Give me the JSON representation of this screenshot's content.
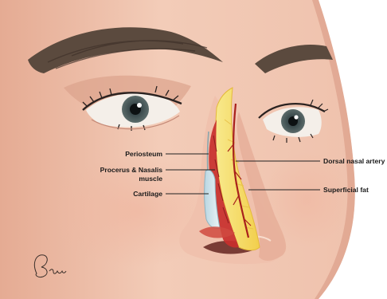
{
  "labels": {
    "periosteum": "Periosteum",
    "procerus_line1": "Procerus & Nasalis",
    "procerus_line2": "muscle",
    "cartilage": "Cartilage",
    "dorsal_nasal_artery": "Dorsal nasal artery",
    "superficial_fat": "Superficial fat"
  },
  "signature": "Bruhn",
  "colors": {
    "skin": "#f2c7b2",
    "skin_shadow": "#dc9f8a",
    "fat": "#f6e06a",
    "muscle": "#c8302c",
    "cartilage": "#cfe3ea",
    "leader": "#222222"
  }
}
